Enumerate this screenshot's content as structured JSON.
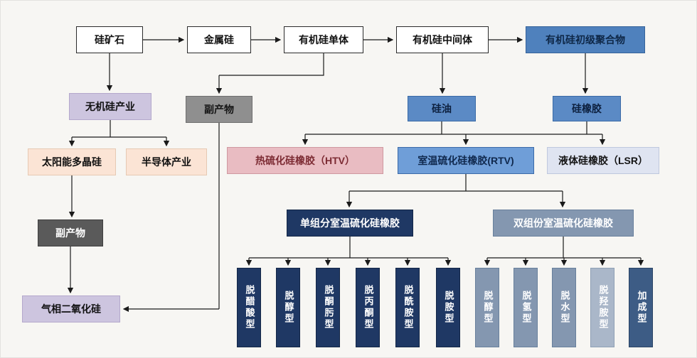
{
  "nodes": {
    "silicon_ore": "硅矿石",
    "silicon_metal": "金属硅",
    "silicone_monomer": "有机硅单体",
    "silicone_intermediate": "有机硅中间体",
    "silicone_primary_polymer": "有机硅初级聚合物",
    "inorganic_silicon_industry": "无机硅产业",
    "solar_polysilicon": "太阳能多晶硅",
    "semiconductor_industry": "半导体产业",
    "byproduct_left": "副产物",
    "fumed_silica": "气相二氧化硅",
    "byproduct_top": "副产物",
    "silicone_oil": "硅油",
    "silicone_rubber": "硅橡胶",
    "htv": "热硫化硅橡胶（HTV）",
    "rtv": "室温硫化硅橡胶(RTV)",
    "lsr": "液体硅橡胶（LSR）",
    "one_component_rtv": "单组分室温硫化硅橡胶",
    "two_component_rtv": "双组份室温硫化硅橡胶"
  },
  "one_component_types": [
    "脱醋酸型",
    "脱醇型",
    "脱酮肟型",
    "脱丙酮型",
    "脱酰胺型",
    "脱胺型"
  ],
  "two_component_types": [
    "脱醇型",
    "脱氢型",
    "脱水型",
    "脱羟胺型",
    "加成型"
  ],
  "colors": {
    "navy": "#1f3864",
    "slate": "#8497b0",
    "slate_light": "#aab7c9",
    "steel": "#3d5c85",
    "oil_rubber_blue": "#5b8ac5",
    "primary_polymer_blue": "#4f81bd",
    "rtv_blue": "#6f9ed8",
    "lsr_light_blue": "#dfe4f1",
    "htv_pink": "#e9bcc2",
    "lavender": "#cdc5df",
    "peach": "#fbe4d5",
    "gray": "#8f8f8f",
    "dark_gray": "#5a5a5a",
    "line": "#1a1a1a"
  }
}
